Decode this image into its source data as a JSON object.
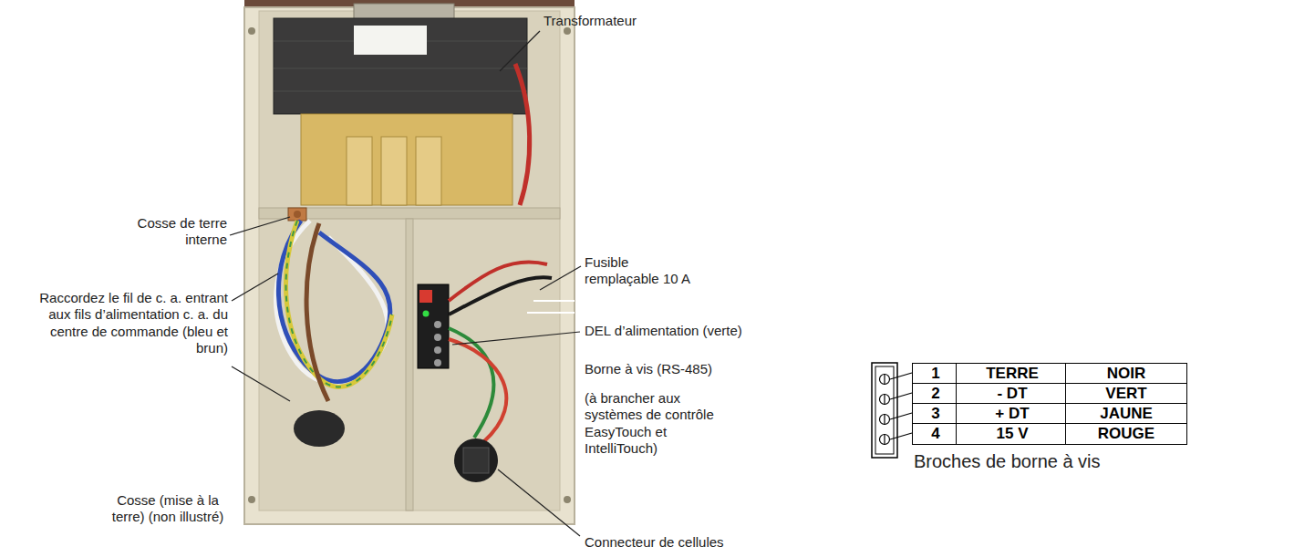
{
  "diagram": {
    "labels": [
      "Transformateur",
      "Cosse de terre interne",
      "Fusible remplaçable 10 A",
      "Raccordez le fil de c. a. entrant aux fils d’alimentation c. a. du centre de commande (bleu et brun)",
      "DEL d’alimentation (verte)",
      "Borne à vis (RS-485)",
      "(à brancher aux systèmes de contrôle EasyTouch et IntelliTouch)",
      "Cosse (mise à la terre) (non illustré)",
      "Connecteur de cellules",
      "1",
      "TERRE",
      "NOIR",
      "2",
      "- DT",
      "VERT",
      "3",
      "+ DT",
      "JAUNE",
      "4",
      "15 V",
      "ROUGE",
      "Broches de borne à vis"
    ]
  }
}
